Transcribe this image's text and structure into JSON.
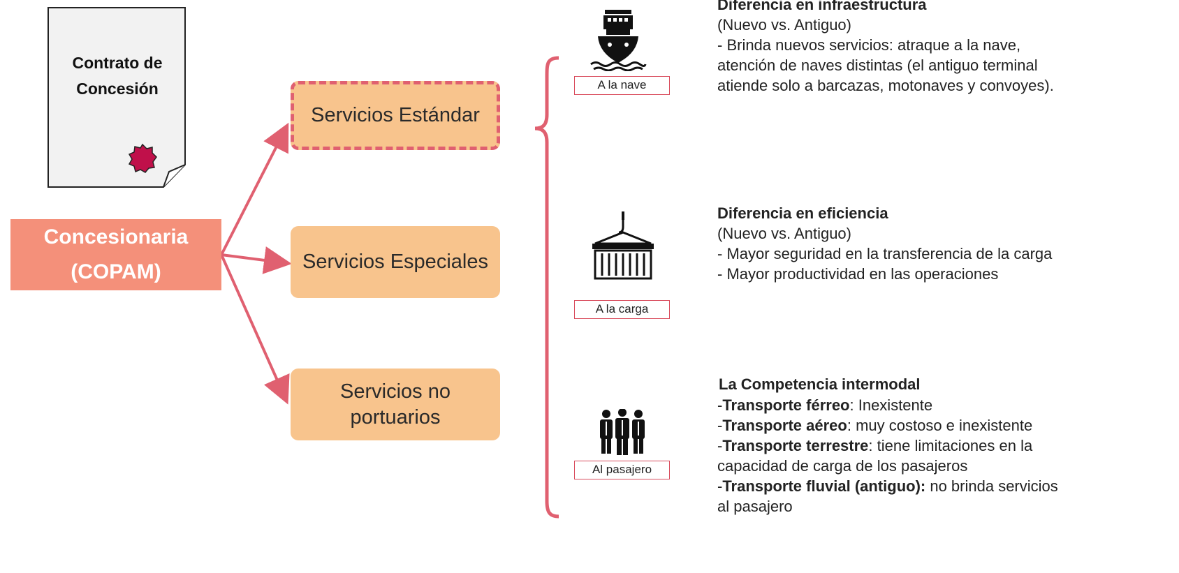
{
  "contract": {
    "title_line1": "Contrato de",
    "title_line2": "Concesión"
  },
  "concessionaire": {
    "line1": "Concesionaria",
    "line2": "(COPAM)"
  },
  "services": {
    "standard": "Servicios Estándar",
    "special": "Servicios Especiales",
    "non_port_line1": "Servicios no",
    "non_port_line2": "portuarios"
  },
  "tags": {
    "ship": "A la nave",
    "cargo": "A la carga",
    "passenger": "Al pasajero"
  },
  "infra": {
    "heading": "Diferencia en infraestructura",
    "sub": "(Nuevo vs. Antiguo)",
    "line1": "- Brinda nuevos servicios: atraque a la nave,",
    "line2": "atención de naves distintas (el antiguo terminal",
    "line3": "atiende solo a barcazas, motonaves y convoyes)."
  },
  "efficiency": {
    "heading": "Diferencia en eficiencia",
    "sub": "(Nuevo vs. Antiguo)",
    "line1": "- Mayor seguridad en la transferencia de la carga",
    "line2": "- Mayor productividad en las operaciones"
  },
  "competition": {
    "heading": "La Competencia intermodal",
    "rail_label": "Transporte férreo",
    "rail_text": ": Inexistente",
    "air_label": "Transporte aéreo",
    "air_text": ": muy costoso e inexistente",
    "road_label": "Transporte terrestre",
    "road_text": ": tiene limitaciones en la",
    "road_text2": "capacidad de carga de los pasajeros",
    "river_label": "Transporte fluvial (antiguo):",
    "river_text": " no brinda servicios",
    "river_text2": "al pasajero"
  },
  "colors": {
    "accent": "#e06070",
    "concessionaire_fill": "#f4907a",
    "service_fill": "#f8c48d",
    "seal": "#c0104a"
  },
  "icons": [
    "document-icon",
    "seal-icon",
    "ship-icon",
    "container-icon",
    "people-icon"
  ]
}
